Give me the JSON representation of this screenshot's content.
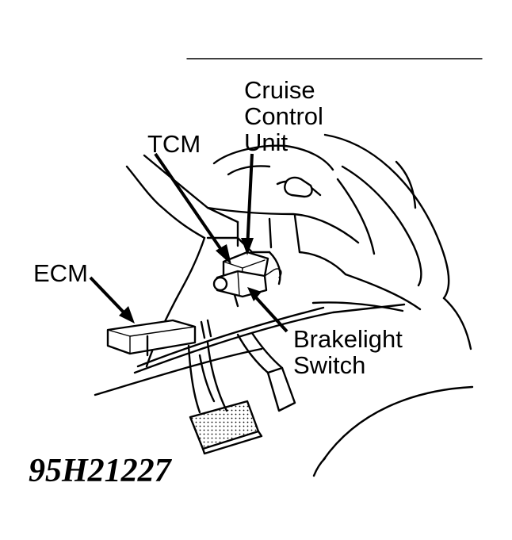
{
  "labels": {
    "cruise_control_unit": [
      "Cruise",
      "Control",
      "Unit"
    ],
    "tcm": "TCM",
    "ecm": "ECM",
    "brakelight_switch": [
      "Brakelight",
      "Switch"
    ]
  },
  "figure_id": "95H21227",
  "colors": {
    "ink": "#000000",
    "paper": "#ffffff"
  }
}
